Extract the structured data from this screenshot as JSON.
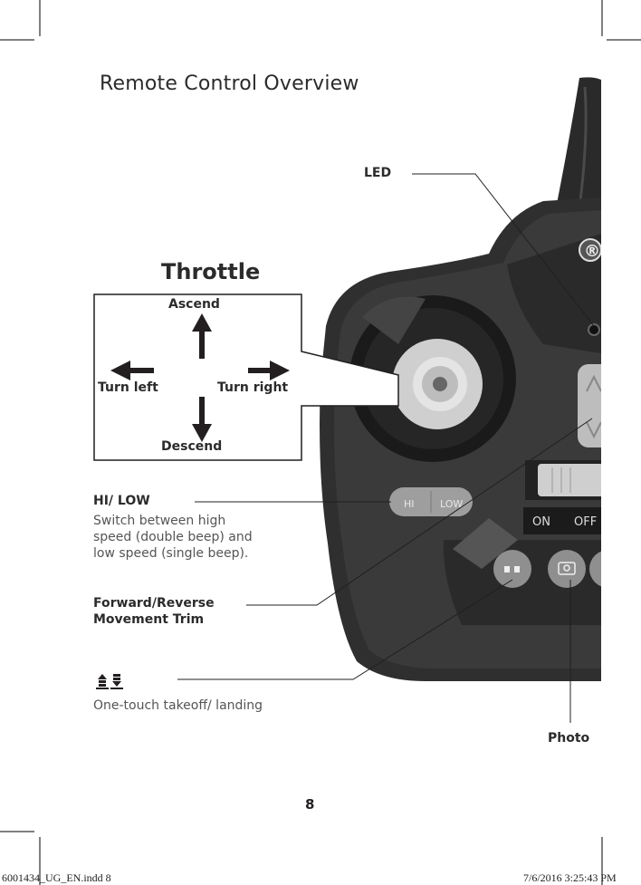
{
  "page": {
    "title": "Remote Control Overview",
    "page_number": "8"
  },
  "throttle": {
    "title": "Throttle",
    "ascend": "Ascend",
    "descend": "Descend",
    "turn_left": "Turn left",
    "turn_right": "Turn right"
  },
  "callouts": {
    "led": "LED",
    "hi_low_title": "HI/ LOW",
    "hi_low_desc_1": "Switch between high",
    "hi_low_desc_2": "speed (double beep) and",
    "hi_low_desc_3": "low speed (single beep).",
    "trim_title_1": "Forward/Reverse",
    "trim_title_2": "Movement Trim",
    "takeoff_icon": "takeoff-landing-icon",
    "takeoff_desc": "One-touch takeoff/ landing",
    "photo": "Photo"
  },
  "controller": {
    "hi_label": "HI",
    "low_label": "LOW",
    "on_label": "ON",
    "off_label": "OFF",
    "registered_mark": "®"
  },
  "slug": {
    "file": "6001434_UG_EN.indd   8",
    "timestamp": "7/6/2016   3:25:43 PM"
  },
  "colors": {
    "text": "#231f20",
    "controller_body": "#3a3a3a",
    "controller_dark": "#1e1e1e",
    "button_gray": "#9a9a9a"
  }
}
